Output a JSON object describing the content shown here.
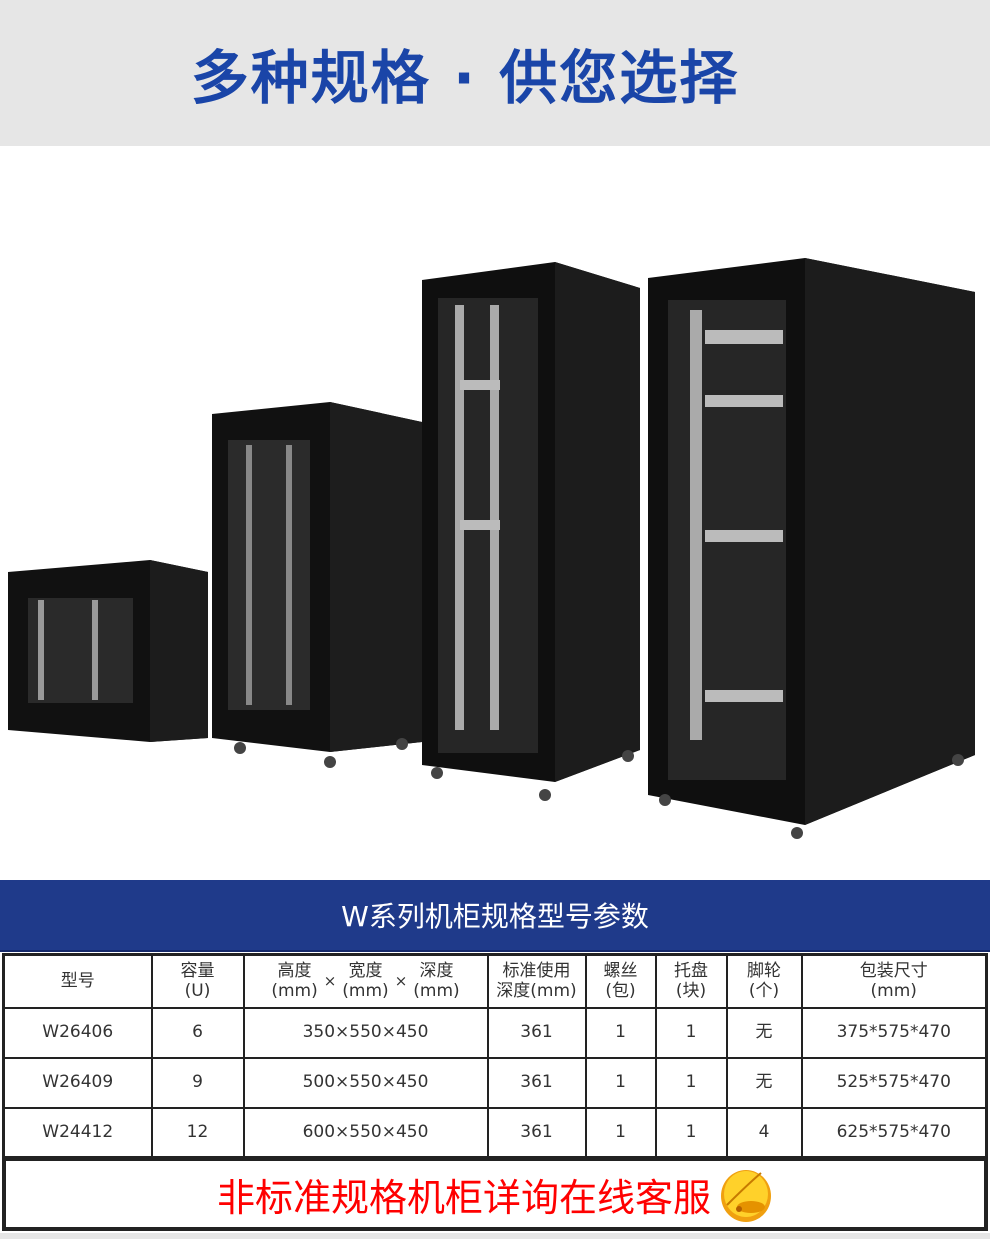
{
  "hero": {
    "title": "多种规格 · 供您选择"
  },
  "banner": {
    "title": "W系列机柜规格型号参数"
  },
  "table": {
    "headers": {
      "model": "型号",
      "capacity": [
        "容量",
        "(U)"
      ],
      "height": [
        "高度",
        "(mm)"
      ],
      "width": [
        "宽度",
        "(mm)"
      ],
      "depth": [
        "深度",
        "(mm)"
      ],
      "times": "×",
      "std_depth": [
        "标准使用",
        "深度(mm)"
      ],
      "screws": [
        "螺丝",
        "(包)"
      ],
      "tray": [
        "托盘",
        "(块)"
      ],
      "casters": [
        "脚轮",
        "(个)"
      ],
      "package": [
        "包装尺寸",
        "(mm)"
      ]
    },
    "rows": [
      {
        "model": "W26406",
        "capacity": "6",
        "dims": "350×550×450",
        "std_depth": "361",
        "screws": "1",
        "tray": "1",
        "casters": "无",
        "package": "375*575*470"
      },
      {
        "model": "W26409",
        "capacity": "9",
        "dims": "500×550×450",
        "std_depth": "361",
        "screws": "1",
        "tray": "1",
        "casters": "无",
        "package": "525*575*470"
      },
      {
        "model": "W24412",
        "capacity": "12",
        "dims": "600×550×450",
        "std_depth": "361",
        "screws": "1",
        "tray": "1",
        "casters": "4",
        "package": "625*575*470"
      }
    ]
  },
  "footer": {
    "text": "非标准规格机柜详询在线客服"
  }
}
